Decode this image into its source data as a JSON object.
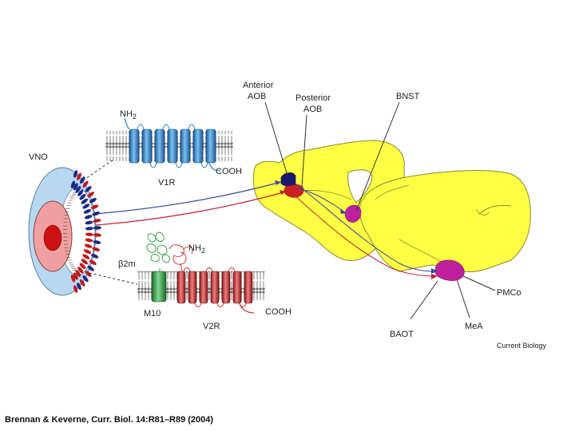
{
  "labels": {
    "vno": "VNO",
    "anterior_aob_line1": "Anterior",
    "anterior_aob_line2": "AOB",
    "posterior_aob_line1": "Posterior",
    "posterior_aob_line2": "AOB",
    "bnst": "BNST",
    "nh2_top": "NH",
    "nh2_top_sub": "2",
    "cooh_top": "COOH",
    "v1r": "V1R",
    "b2m": "β2m",
    "nh2_bottom": "NH",
    "nh2_bottom_sub": "2",
    "m10": "M10",
    "cooh_bottom": "COOH",
    "v2r": "V2R",
    "pmco": "PMCo",
    "baot": "BAOT",
    "mea": "MeA"
  },
  "journal_logo": "Current Biology",
  "citation": "Brennan & Keverne, Curr. Biol. 14:R81–R89 (2004)",
  "colors": {
    "brain": "#ffff44",
    "vno_outer": "#b8d8f0",
    "vno_inner": "#f0a0a0",
    "vno_core": "#cc1111",
    "blue_receptor": "#2a7fc0",
    "red_receptor": "#c83030",
    "green_receptor": "#2a9a3a",
    "anterior_aob": "#1a1a70",
    "posterior_aob": "#cc2222",
    "target_nuclei": "#c020a0",
    "blue_pathway": "#3a4aa0",
    "red_pathway": "#c02030"
  }
}
